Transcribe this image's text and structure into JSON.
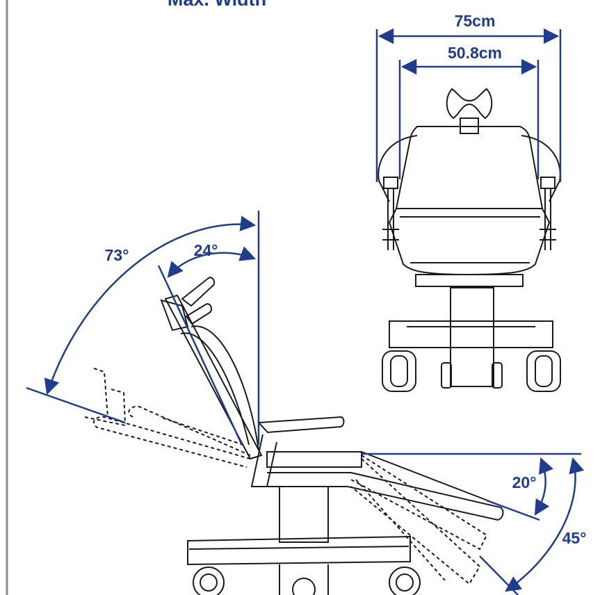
{
  "header": {
    "title": "Max. Width"
  },
  "dimensions": {
    "overall_width": "75cm",
    "seat_width": "50.8cm"
  },
  "angles": {
    "backrest_total": "73°",
    "backrest_upright": "24°",
    "leg_rest_min": "20°",
    "leg_rest_max": "45°"
  },
  "colors": {
    "dimension_blue": "#1f3c8f",
    "line_art": "#1a1a1a",
    "frame_grey": "#8a8a8a"
  }
}
